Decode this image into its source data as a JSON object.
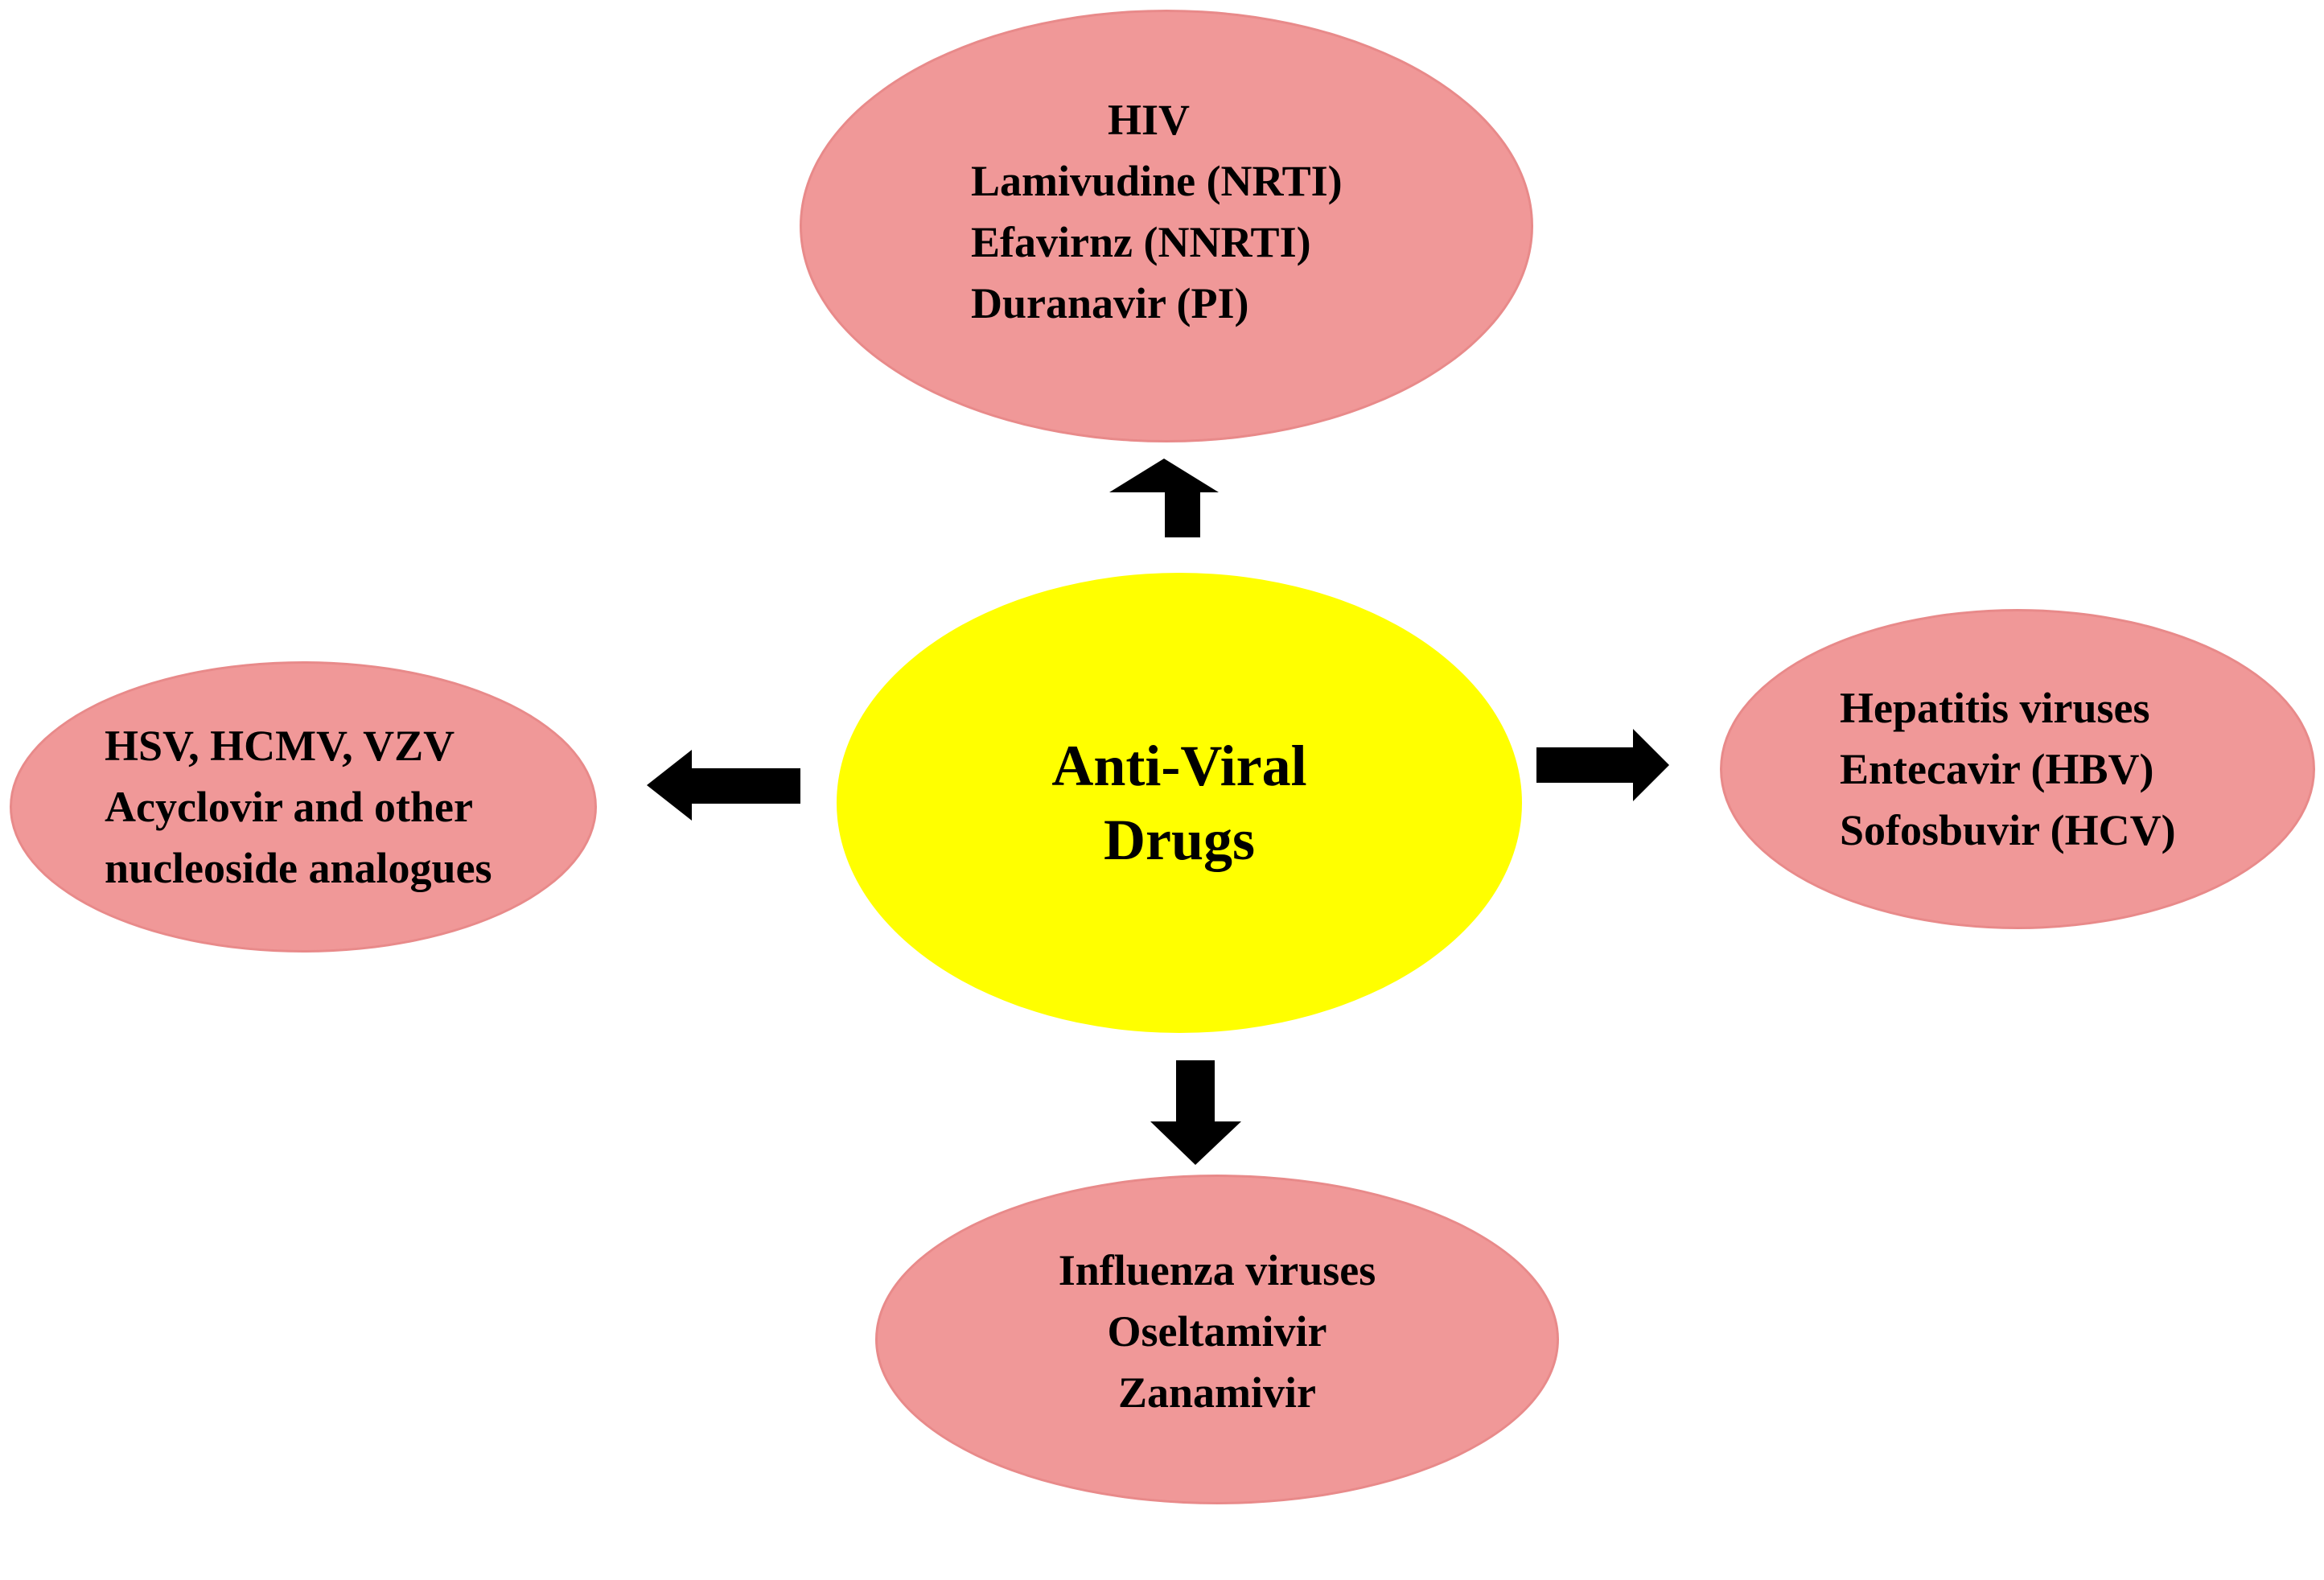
{
  "colors": {
    "center_fill": "#ffff00",
    "node_fill": "#f09898",
    "node_stroke": "#e88a8a",
    "arrow": "#000000",
    "text": "#000000"
  },
  "center": {
    "lines": [
      "Anti-Viral",
      "Drugs"
    ]
  },
  "nodes": {
    "hiv": {
      "lines": [
        "HIV",
        "Lamivudine (NRTI)",
        "Efavirnz (NNRTI)",
        "Duranavir (PI)"
      ]
    },
    "herpes": {
      "lines": [
        "HSV, HCMV, VZV",
        "Acyclovir and other",
        "nucleoside analogues"
      ]
    },
    "hepatitis": {
      "lines": [
        "Hepatitis viruses",
        "Entecavir (HBV)",
        "Sofosbuvir (HCV)"
      ]
    },
    "influenza": {
      "lines": [
        "Influenza viruses",
        "Oseltamivir",
        "Zanamivir"
      ]
    }
  },
  "edges": [
    {
      "from": "center",
      "to": "hiv",
      "direction": "up"
    },
    {
      "from": "center",
      "to": "herpes",
      "direction": "left"
    },
    {
      "from": "center",
      "to": "hepatitis",
      "direction": "right"
    },
    {
      "from": "center",
      "to": "influenza",
      "direction": "down"
    }
  ]
}
